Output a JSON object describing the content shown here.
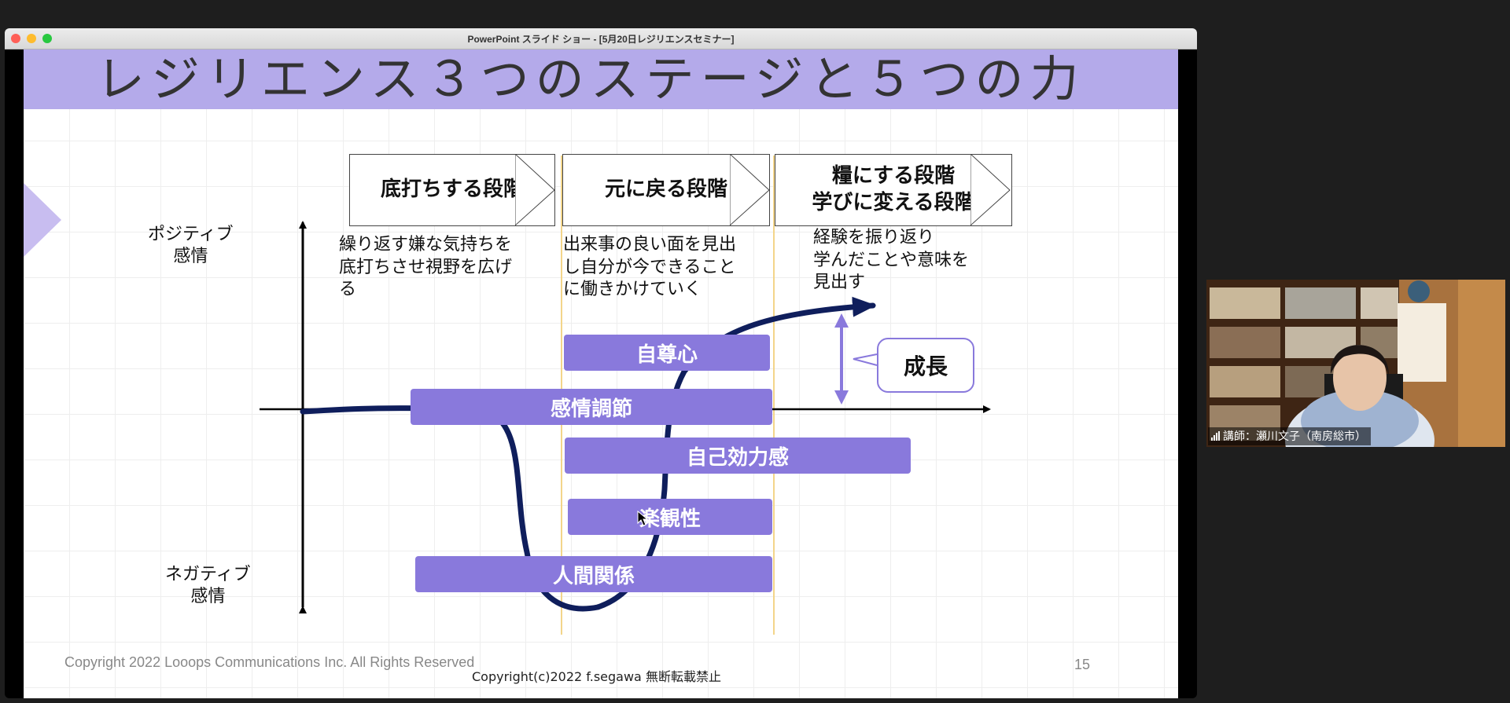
{
  "window": {
    "title": "PowerPoint スライド ショー - [5月20日レジリエンスセミナー]"
  },
  "slide": {
    "title": "レジリエンス３つのステージと５つの力",
    "stages": [
      {
        "label": "底打ちする段階"
      },
      {
        "label": "元に戻る段階"
      },
      {
        "label": "糧にする段階\n学びに変える段階"
      }
    ],
    "descriptions": [
      "繰り返す嫌な気持ちを\n底打ちさせ視野を広げ\nる",
      "出来事の良い面を見出\nし自分が今できること\nに働きかけていく",
      "経験を振り返り\n学んだことや意味を\n見出す"
    ],
    "axis": {
      "positive": "ポジティブ\n感情",
      "negative": "ネガティブ\n感情"
    },
    "factors": [
      "自尊心",
      "感情調節",
      "自己効力感",
      "楽観性",
      "人間関係"
    ],
    "growth_label": "成長",
    "footer_copyright": "Copyright  2022 Looops Communications Inc. All Rights Reserved",
    "footer_copyright2": "Copyright(c)2022 f.segawa 無断転載禁止",
    "page_number": "15"
  },
  "participant": {
    "name": "講師：瀬川文子（南房総市）"
  },
  "colors": {
    "header": "#b4aaea",
    "factor": "#8979dc",
    "curve": "#0f1e5c",
    "guide": "#f3d58a"
  }
}
